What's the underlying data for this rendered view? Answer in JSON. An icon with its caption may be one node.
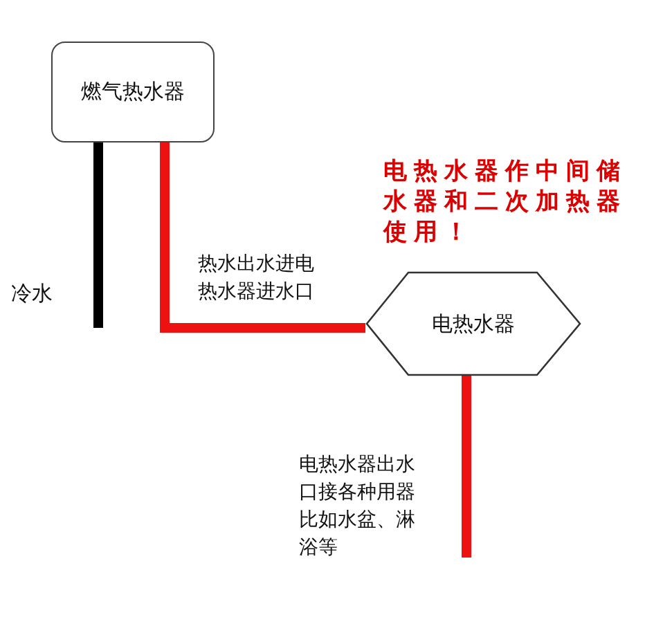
{
  "diagram": {
    "nodes": [
      {
        "text": [
          "燃气热水器"
        ]
      },
      {
        "text": [
          "电热水器"
        ]
      }
    ],
    "edges": [
      {
        "from": null,
        "to": 0,
        "arrow": "none",
        "color": "#000000"
      },
      {
        "from": 0,
        "to": 1,
        "arrow": "none",
        "label": "热水出水进电热水器进水口"
      },
      {
        "from": 1,
        "to": null,
        "arrow": "none"
      }
    ],
    "labels": [
      "电热水器作中间储水器和二次加热器使用！",
      "冷水",
      "电热水器出水口接各种用器比如水盆、淋浴等"
    ]
  }
}
